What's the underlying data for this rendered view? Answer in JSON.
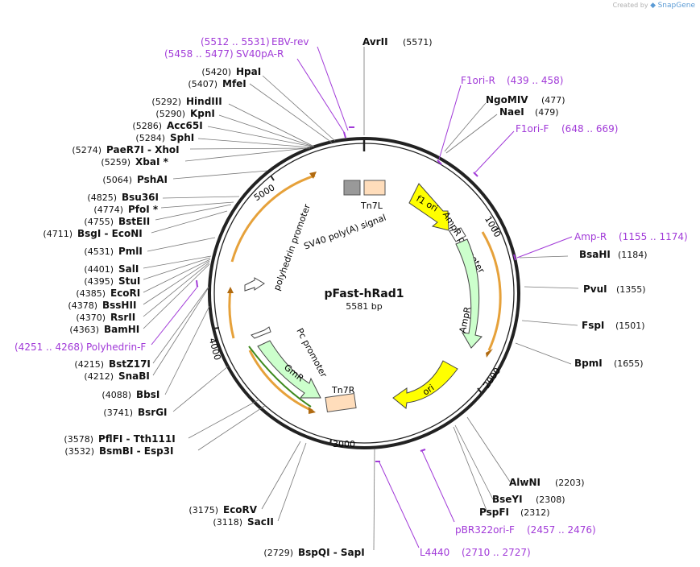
{
  "credit": {
    "prefix": "Created by",
    "brand": "SnapGene"
  },
  "plasmid": {
    "name": "pFast-hRad1",
    "size_label": "5581 bp",
    "length": 5581
  },
  "ruler": [
    "1000",
    "2000",
    "3000",
    "4000",
    "5000"
  ],
  "features": [
    {
      "label": "f1 ori",
      "type": "origin",
      "color": "#ffff00"
    },
    {
      "label": "AmpR promoter",
      "type": "promoter",
      "color": "#ffffff"
    },
    {
      "label": "AmpR",
      "type": "cds",
      "color": "#ccffcc"
    },
    {
      "label": "ori",
      "type": "origin",
      "color": "#ffff00"
    },
    {
      "label": "Tn7R",
      "type": "misc",
      "color": "#ffddbb"
    },
    {
      "label": "GmR",
      "type": "cds",
      "color": "#ccffcc"
    },
    {
      "label": "Pc promoter",
      "type": "promoter",
      "color": "#ffffff"
    },
    {
      "label": "polyhedrin promoter",
      "type": "promoter",
      "color": "#ffffff"
    },
    {
      "label": "SV40 poly(A) signal",
      "type": "terminator",
      "color": "#999999"
    },
    {
      "label": "Tn7L",
      "type": "misc",
      "color": "#ffddbb"
    }
  ],
  "enzymes_right": [
    {
      "name": "AvrII",
      "pos": "(5571)"
    },
    {
      "name": "NgoMIV",
      "pos": "(477)"
    },
    {
      "name": "NaeI",
      "pos": "(479)"
    },
    {
      "name": "BsaHI",
      "pos": "(1184)"
    },
    {
      "name": "PvuI",
      "pos": "(1355)"
    },
    {
      "name": "FspI",
      "pos": "(1501)"
    },
    {
      "name": "BpmI",
      "pos": "(1655)"
    },
    {
      "name": "AlwNI",
      "pos": "(2203)"
    },
    {
      "name": "BseYI",
      "pos": "(2308)"
    },
    {
      "name": "PspFI",
      "pos": "(2312)"
    }
  ],
  "enzymes_left": [
    {
      "pos": "(5420)",
      "name": "HpaI"
    },
    {
      "pos": "(5407)",
      "name": "MfeI"
    },
    {
      "pos": "(5292)",
      "name": "HindIII"
    },
    {
      "pos": "(5290)",
      "name": "KpnI"
    },
    {
      "pos": "(5286)",
      "name": "Acc65I"
    },
    {
      "pos": "(5284)",
      "name": "SphI"
    },
    {
      "pos": "(5274)",
      "name": "PaeR7I - XhoI"
    },
    {
      "pos": "(5259)",
      "name": "XbaI *"
    },
    {
      "pos": "(5064)",
      "name": "PshAI"
    },
    {
      "pos": "(4825)",
      "name": "Bsu36I"
    },
    {
      "pos": "(4774)",
      "name": "PfoI *"
    },
    {
      "pos": "(4755)",
      "name": "BstEII"
    },
    {
      "pos": "(4711)",
      "name": "BsgI - EcoNI"
    },
    {
      "pos": "(4531)",
      "name": "PmlI"
    },
    {
      "pos": "(4401)",
      "name": "SalI"
    },
    {
      "pos": "(4395)",
      "name": "StuI"
    },
    {
      "pos": "(4385)",
      "name": "EcoRI"
    },
    {
      "pos": "(4378)",
      "name": "BssHII"
    },
    {
      "pos": "(4370)",
      "name": "RsrII"
    },
    {
      "pos": "(4363)",
      "name": "BamHI"
    },
    {
      "pos": "(4215)",
      "name": "BstZ17I"
    },
    {
      "pos": "(4212)",
      "name": "SnaBI"
    },
    {
      "pos": "(4088)",
      "name": "BbsI"
    },
    {
      "pos": "(3741)",
      "name": "BsrGI"
    },
    {
      "pos": "(3578)",
      "name": "PflFI - Tth111I"
    },
    {
      "pos": "(3532)",
      "name": "BsmBI - Esp3I"
    },
    {
      "pos": "(3175)",
      "name": "EcoRV"
    },
    {
      "pos": "(3118)",
      "name": "SacII"
    },
    {
      "pos": "(2729)",
      "name": "BspQI - SapI"
    }
  ],
  "primers": [
    {
      "label": "EBV-rev",
      "range": "(5512 .. 5531)"
    },
    {
      "label": "SV40pA-R",
      "range": "(5458 .. 5477)"
    },
    {
      "label": "F1ori-R",
      "range": "(439 .. 458)"
    },
    {
      "label": "F1ori-F",
      "range": "(648 .. 669)"
    },
    {
      "label": "Amp-R",
      "range": "(1155 .. 1174)"
    },
    {
      "label": "Polyhedrin-F",
      "range": "(4251 .. 4268)"
    },
    {
      "label": "pBR322ori-F",
      "range": "(2457 .. 2476)"
    },
    {
      "label": "L4440",
      "range": "(2710 .. 2727)"
    }
  ]
}
